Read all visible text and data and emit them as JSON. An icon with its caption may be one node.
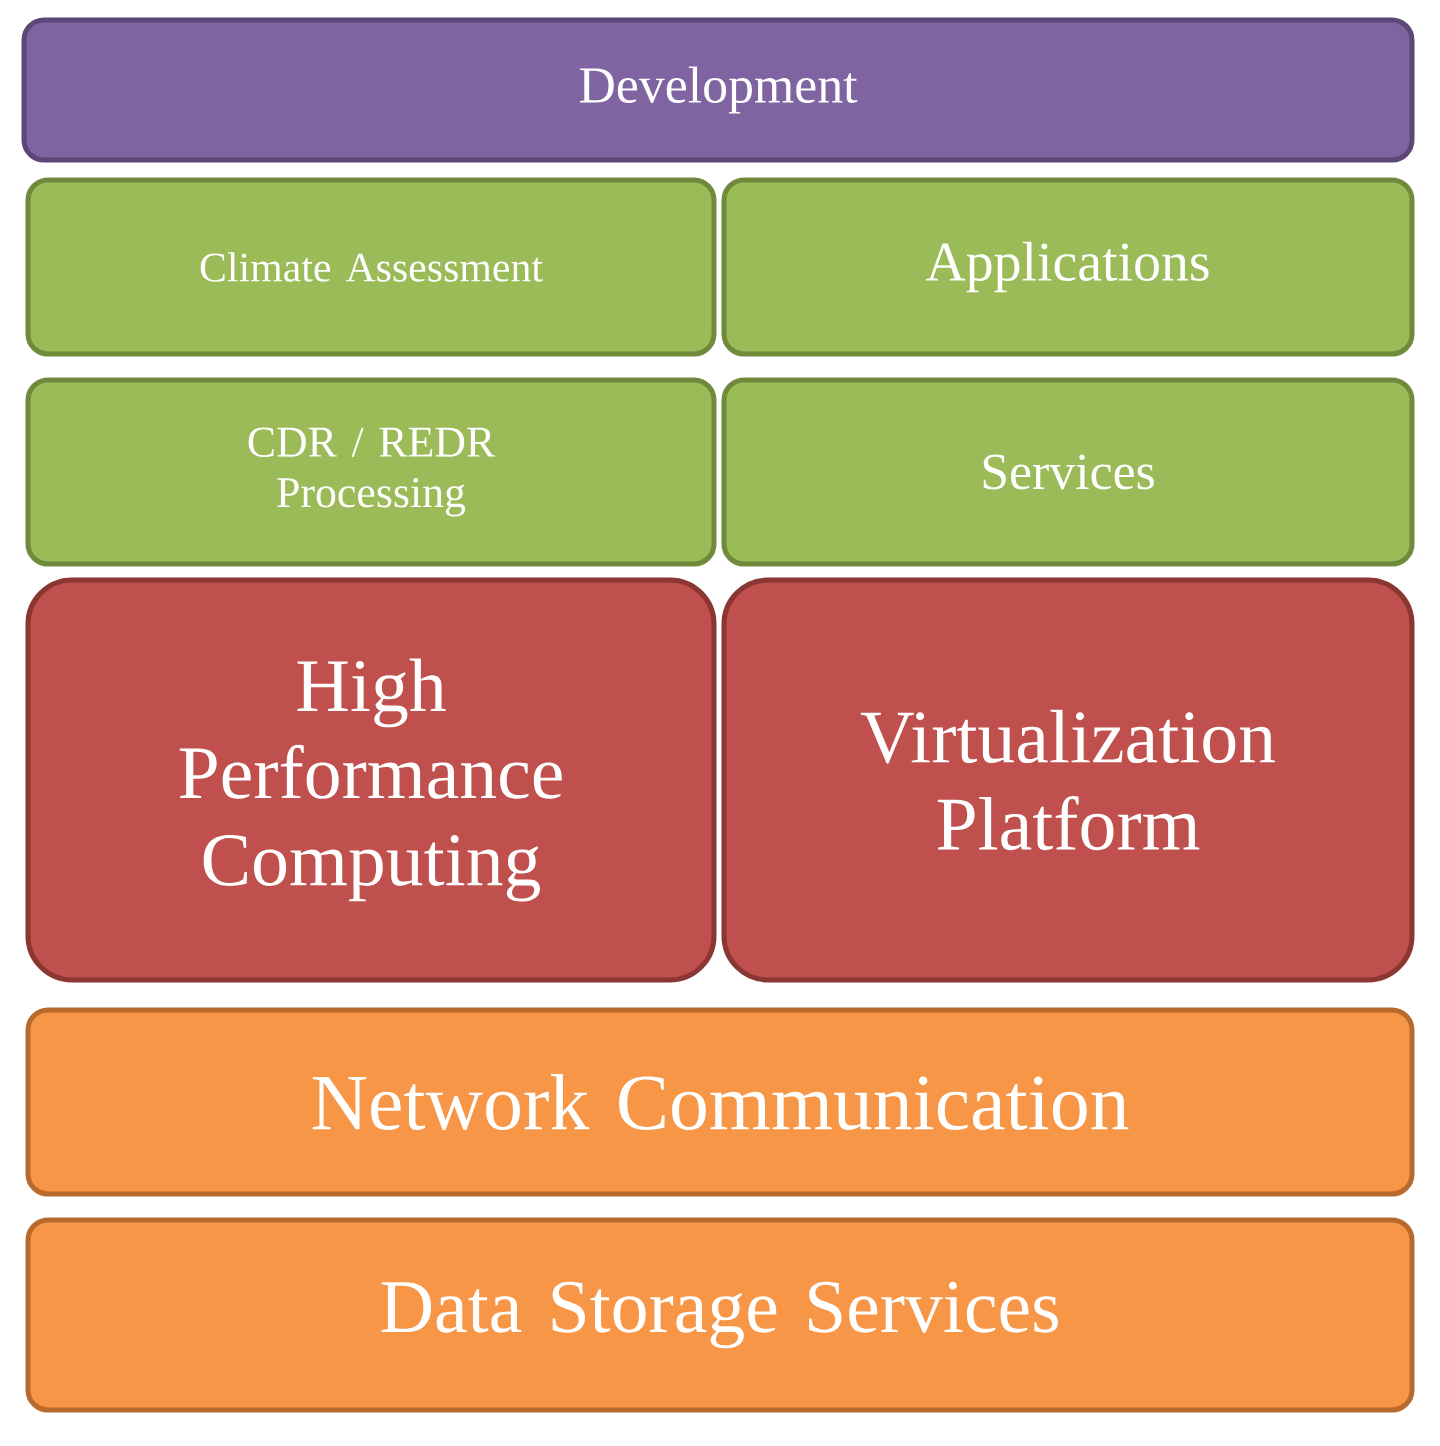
{
  "diagram": {
    "nodes": [
      {
        "text": [
          "Development"
        ]
      },
      {
        "text": [
          "Climate Assessment"
        ]
      },
      {
        "text": [
          "Applications"
        ]
      },
      {
        "text": [
          "CDR / REDR Processing"
        ]
      },
      {
        "text": [
          "Services"
        ]
      },
      {
        "text": [
          "High Performance Computing"
        ]
      },
      {
        "text": [
          "Virtualization Platform"
        ]
      },
      {
        "text": [
          "Network Communication"
        ]
      },
      {
        "text": [
          "Data Storage Services"
        ]
      }
    ]
  }
}
